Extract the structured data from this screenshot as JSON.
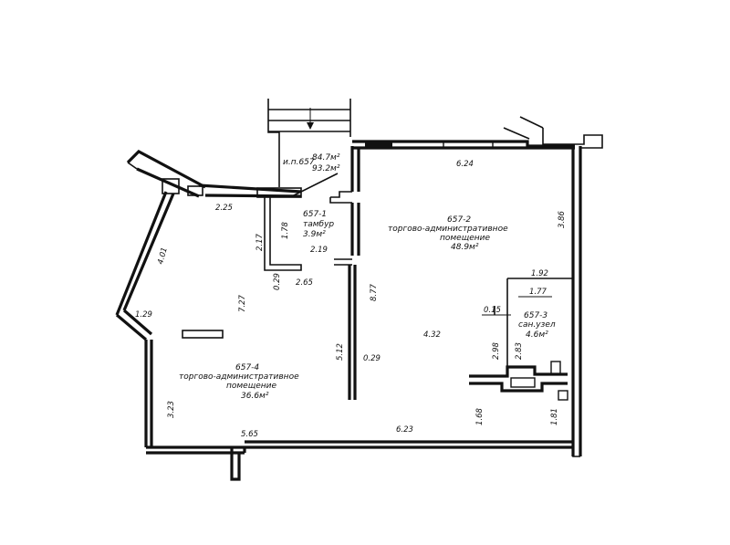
{
  "unit_657": {
    "label": "и.п.657",
    "area_1": "84.7м²",
    "area_2": "93.2м²"
  },
  "rooms": {
    "r1": {
      "id": "657-1",
      "name": "тамбур",
      "area": "3.9м²"
    },
    "r2": {
      "id": "657-2",
      "name_1": "торгово-административное",
      "name_2": "помещение",
      "area": "48.9м²"
    },
    "r3": {
      "id": "657-3",
      "name": "сан.узел",
      "area": "4.6м²"
    },
    "r4": {
      "id": "657-4",
      "name_1": "торгово-административное",
      "name_2": "помещение",
      "area": "36.6м²"
    }
  },
  "dims": {
    "d624": "6.24",
    "d386": "3.86",
    "d225": "2.25",
    "d401": "4.01",
    "d178": "1.78",
    "d217": "2.17",
    "d219": "2.19",
    "d029a": "0.29",
    "d265": "2.65",
    "d727": "7.27",
    "d877": "8.77",
    "d129": "1.29",
    "d512": "5.12",
    "d029b": "0.29",
    "d432": "4.32",
    "d192": "1.92",
    "d177": "1.77",
    "d015": "0.15",
    "d298": "2.98",
    "d283": "2.83",
    "d323": "3.23",
    "d565": "5.65",
    "d623": "6.23",
    "d168": "1.68",
    "d181": "1.81"
  }
}
